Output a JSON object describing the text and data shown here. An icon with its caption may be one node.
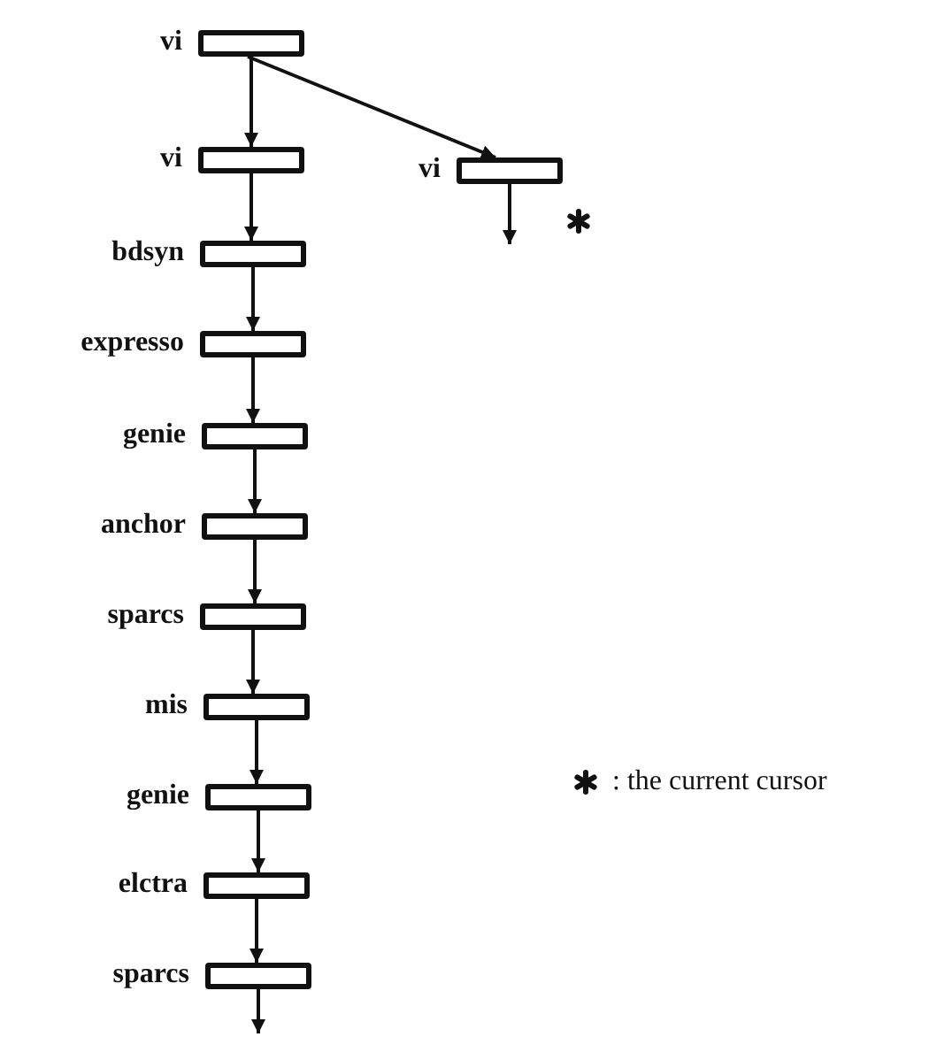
{
  "diagram": {
    "nodes": [
      {
        "text": [],
        "shape": "bar",
        "beside": [
          "vi"
        ]
      },
      {
        "text": [],
        "shape": "bar",
        "beside": [
          "vi"
        ]
      },
      {
        "text": [],
        "shape": "bar",
        "beside": [
          "vi"
        ]
      },
      {
        "text": [],
        "shape": "bar",
        "beside": [
          "bdsyn"
        ]
      },
      {
        "text": [],
        "shape": "bar",
        "beside": [
          "expresso"
        ]
      },
      {
        "text": [],
        "shape": "bar",
        "beside": [
          "genie"
        ]
      },
      {
        "text": [],
        "shape": "bar",
        "beside": [
          "anchor"
        ]
      },
      {
        "text": [],
        "shape": "bar",
        "beside": [
          "sparcs"
        ]
      },
      {
        "text": [],
        "shape": "bar",
        "beside": [
          "mis"
        ]
      },
      {
        "text": [],
        "shape": "bar",
        "beside": [
          "genie"
        ]
      },
      {
        "text": [],
        "shape": "bar",
        "beside": [
          "elctra"
        ]
      },
      {
        "text": [],
        "shape": "bar",
        "beside": [
          "sparcs"
        ]
      }
    ],
    "edges": [
      {
        "from": 0,
        "to": 1,
        "arrow": "to"
      },
      {
        "from": 0,
        "to": 2,
        "arrow": "to"
      },
      {
        "from": 2,
        "to": null,
        "arrow": "to"
      },
      {
        "from": 1,
        "to": 3,
        "arrow": "to"
      },
      {
        "from": 3,
        "to": 4,
        "arrow": "to"
      },
      {
        "from": 4,
        "to": 5,
        "arrow": "to"
      },
      {
        "from": 5,
        "to": 6,
        "arrow": "to"
      },
      {
        "from": 6,
        "to": 7,
        "arrow": "to"
      },
      {
        "from": 7,
        "to": 8,
        "arrow": "to"
      },
      {
        "from": 8,
        "to": 9,
        "arrow": "to"
      },
      {
        "from": 9,
        "to": 10,
        "arrow": "to"
      },
      {
        "from": 10,
        "to": 11,
        "arrow": "to"
      },
      {
        "from": 11,
        "to": null,
        "arrow": "to"
      }
    ],
    "legend": [
      {
        "text": ": the current cursor"
      }
    ]
  }
}
